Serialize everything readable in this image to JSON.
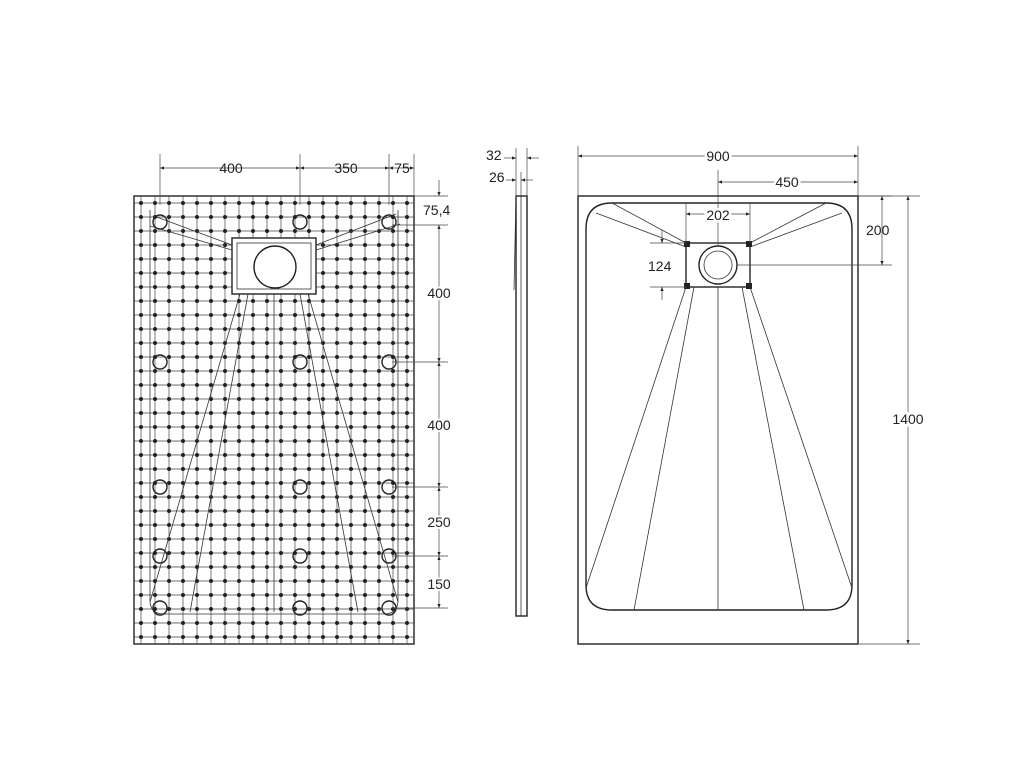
{
  "views": {
    "underside": {
      "title": ""
    },
    "side": {
      "title": ""
    },
    "top": {
      "title": ""
    }
  },
  "dimensions": {
    "underside_horizontal": [
      "400",
      "350",
      "75"
    ],
    "underside_vertical": [
      "75,4",
      "400",
      "400",
      "250",
      "150"
    ],
    "side_thickness": [
      "32",
      "26"
    ],
    "top_width": "900",
    "top_half_width": "450",
    "top_drain_width": "202",
    "top_drain_height": "124",
    "top_drain_offset": "200",
    "top_length": "1400"
  },
  "colors": {
    "line": "#222222",
    "background": "#ffffff"
  }
}
